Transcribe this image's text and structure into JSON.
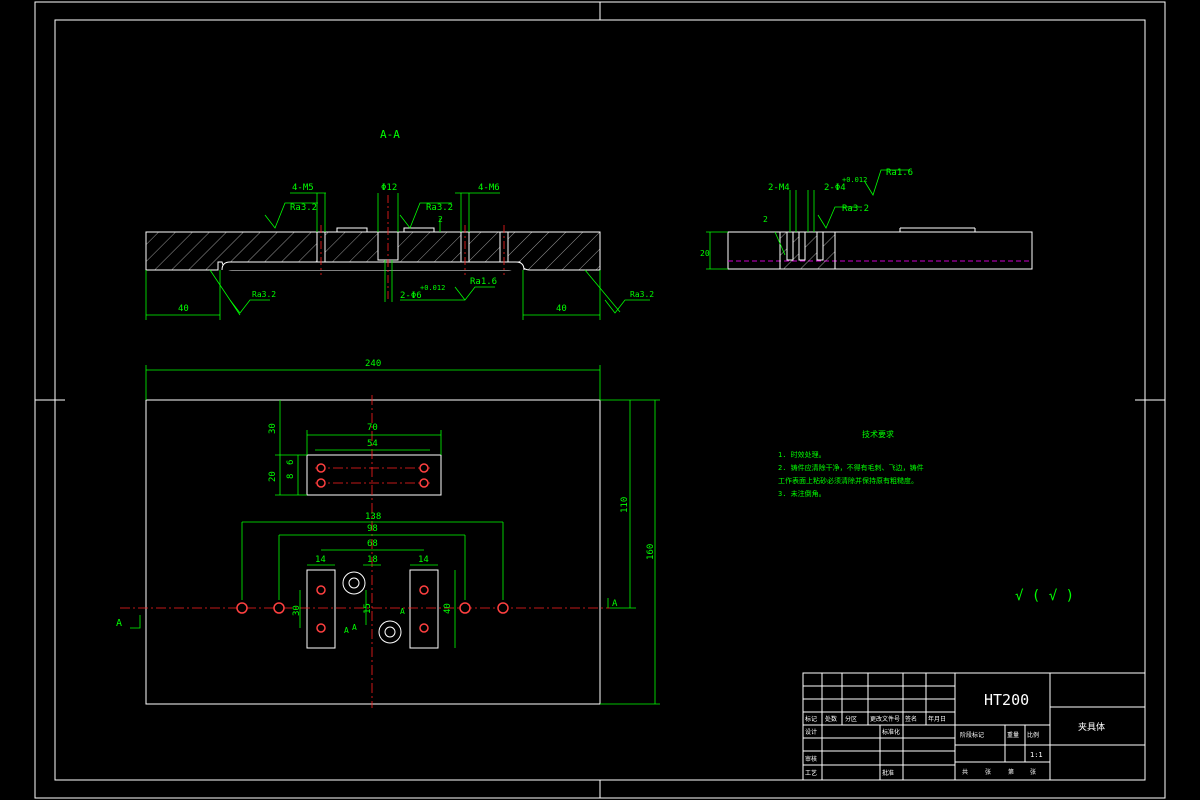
{
  "colors": {
    "background": "#000000",
    "outline": "#ffffff",
    "dimension": "#00ff00",
    "centerline": "#ff2020",
    "hidden_line": "#cc00cc",
    "hole_marker": "#ff4040"
  },
  "section_view": {
    "title": "A-A",
    "labels": {
      "holes_m5": "4-M5",
      "diameter_12": "Φ12",
      "holes_m6": "4-M6",
      "rough_left": "Ra3.2",
      "rough_mid": "Ra3.2",
      "depth_2": "2",
      "rough_low_left": "Ra3.2",
      "rough_low_right": "Ra3.2",
      "pin_holes": "2-Φ6",
      "pin_tol": "+0.012",
      "rough_pin": "Ra1.6",
      "dim_left_40": "40",
      "dim_right_40": "40"
    }
  },
  "side_view": {
    "labels": {
      "holes_m4": "2-M4",
      "pin_holes": "2-Φ4",
      "pin_tol": "+0.012",
      "rough_top": "Ra1.6",
      "rough_mid": "Ra3.2",
      "depth_2": "2",
      "height_20": "20"
    }
  },
  "plan_view": {
    "labels": {
      "width_240": "240",
      "w70": "70",
      "w54": "54",
      "h30": "30",
      "h20": "20",
      "h8": "8",
      "h6": "6",
      "w138": "138",
      "w98": "98",
      "w68": "68",
      "w14_left": "14",
      "w18": "18",
      "w14_right": "14",
      "h30_small": "30",
      "h40": "40",
      "h15": "15",
      "h110": "110",
      "h160": "160",
      "section_mark_left": "A",
      "section_mark_right": "A",
      "mark_a1": "A",
      "mark_a2": "A",
      "mark_a3": "A"
    }
  },
  "notes": {
    "title": "技术要求",
    "lines": [
      "1. 时效处理。",
      "2. 铸件应清除干净，不得有毛刺、飞边，铸件",
      "工作表面上粘砂必须清除并保持原有粗糙度。",
      "3. 未注倒角。"
    ]
  },
  "roughness_symbol": "√ ( √ )",
  "title_block": {
    "material": "HT200",
    "drawing_name": "夹具体",
    "scale": "1:1",
    "header_cells": [
      "标记",
      "处数",
      "分区",
      "更改文件号",
      "签名",
      "年月日"
    ],
    "row_labels": [
      "设计",
      "审核",
      "工艺"
    ],
    "mid_labels": [
      "标准化",
      "批准"
    ],
    "stage_labels": [
      "阶段标记",
      "重量",
      "比例"
    ],
    "bottom_labels": [
      "共",
      "张",
      "第",
      "张"
    ]
  }
}
